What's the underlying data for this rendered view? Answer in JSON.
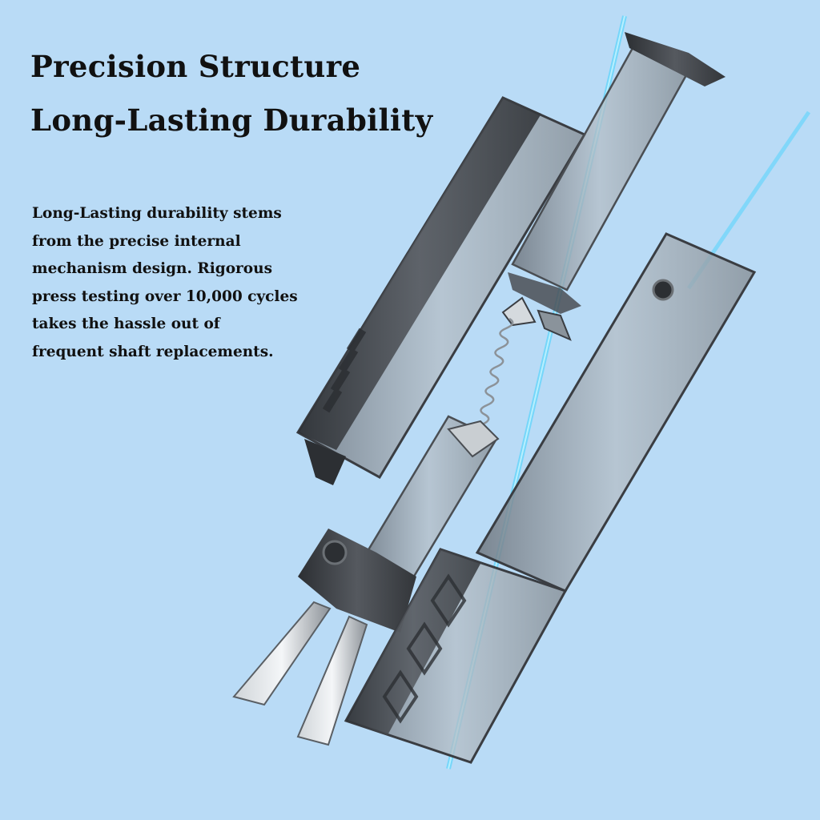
{
  "headline": {
    "line1": "Precision Structure",
    "line2": "Long-Lasting Durability"
  },
  "description": {
    "lines": [
      "Long-Lasting durability stems",
      "from the precise internal",
      "mechanism design. Rigorous",
      "press testing over 10,000 cycles",
      "takes the hassle out of",
      "frequent shaft replacements."
    ]
  },
  "colors": {
    "background": "#b9dbf6",
    "glow_line": "#3fd3ff",
    "housing_dark": "#3a3d42",
    "housing_clear": "#9aa4ad",
    "text": "#111111"
  }
}
